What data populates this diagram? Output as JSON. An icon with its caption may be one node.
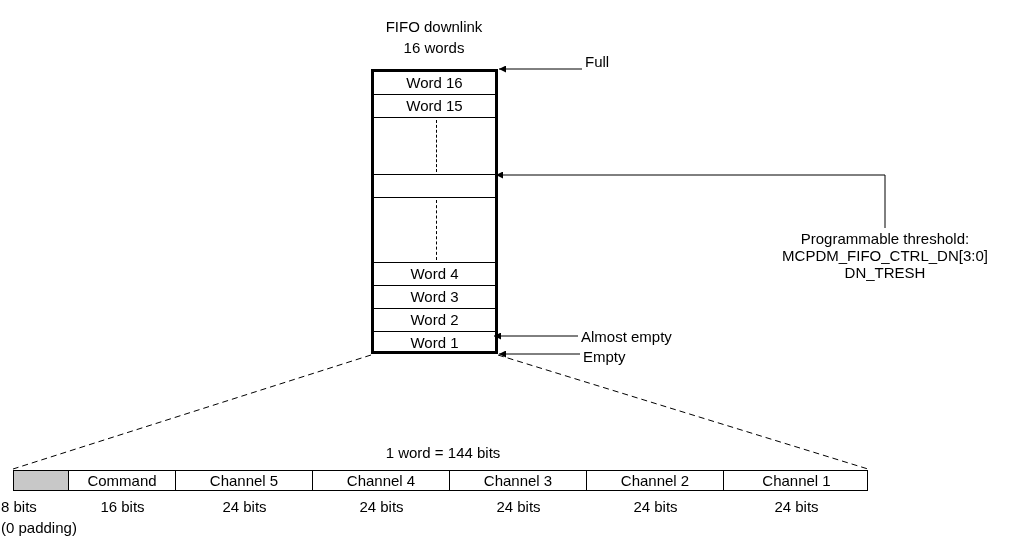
{
  "diagram": {
    "nodes": [
      {
        "text": [
          "FIFO downlink 16 words"
        ]
      },
      {
        "text": [
          "Word 16"
        ],
        "in": 0
      },
      {
        "text": [
          "Word 15"
        ],
        "in": 0
      },
      {
        "text": [],
        "shape": "box",
        "in": 0
      },
      {
        "text": [],
        "shape": "box",
        "in": 0
      },
      {
        "text": [],
        "shape": "box",
        "in": 0
      },
      {
        "text": [
          "Word 4"
        ],
        "in": 0
      },
      {
        "text": [
          "Word 3"
        ],
        "in": 0
      },
      {
        "text": [
          "Word 2"
        ],
        "in": 0
      },
      {
        "text": [
          "Word 1"
        ],
        "in": 0
      },
      {
        "text": [
          "Full"
        ]
      },
      {
        "text": [
          "Programmable threshold: MCPDM_FIFO_CTRL_DN[3:0] DN_TRESH"
        ]
      },
      {
        "text": [
          "Almost empty"
        ]
      },
      {
        "text": [
          "Empty"
        ]
      },
      {
        "text": [
          "1 word = 144 bits"
        ]
      },
      {
        "text": [],
        "shape": "box",
        "in": 14,
        "beside": [
          "8 bits",
          "(0 padding)"
        ]
      },
      {
        "text": [
          "Command"
        ],
        "in": 14,
        "beside": [
          "16 bits"
        ]
      },
      {
        "text": [
          "Channel 5"
        ],
        "in": 14,
        "beside": [
          "24 bits"
        ]
      },
      {
        "text": [
          "Channel 4"
        ],
        "in": 14,
        "beside": [
          "24 bits"
        ]
      },
      {
        "text": [
          "Channel 3"
        ],
        "in": 14,
        "beside": [
          "24 bits"
        ]
      },
      {
        "text": [
          "Channel 2"
        ],
        "in": 14,
        "beside": [
          "24 bits"
        ]
      },
      {
        "text": [
          "Channel 1"
        ],
        "in": 14,
        "beside": [
          "24 bits"
        ]
      }
    ],
    "edges": [
      {
        "from": 10,
        "to": 0,
        "arrow": "to"
      },
      {
        "from": 11,
        "to": 4,
        "arrow": "to"
      },
      {
        "from": 12,
        "to": 9,
        "arrow": "to"
      },
      {
        "from": 13,
        "to": 0,
        "arrow": "to"
      },
      {
        "from": 0,
        "to": 14,
        "arrow": "none",
        "style": "dashed"
      },
      {
        "from": 0,
        "to": 14,
        "arrow": "none",
        "style": "dashed"
      }
    ]
  }
}
